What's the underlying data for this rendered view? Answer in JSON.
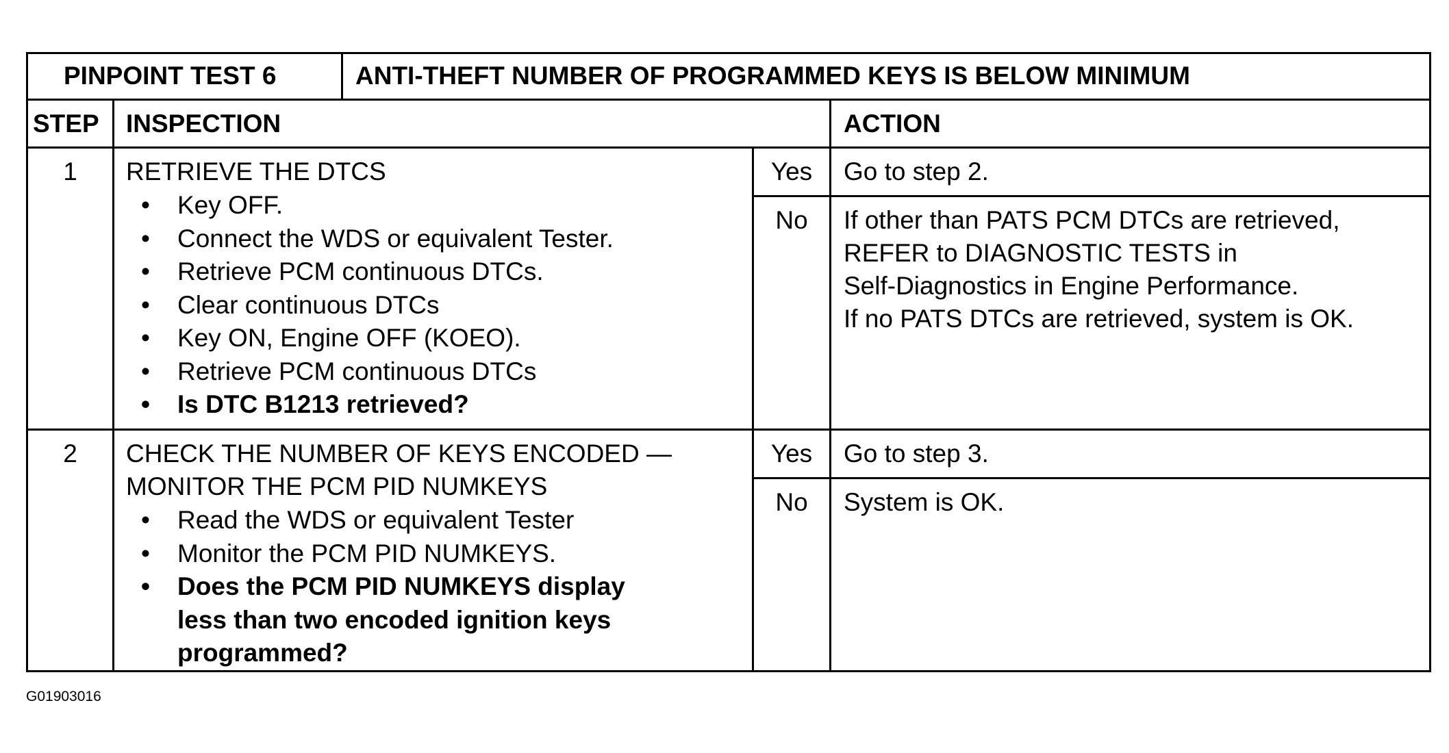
{
  "header": {
    "test_label": "PINPOINT TEST 6",
    "test_title": "ANTI-THEFT NUMBER OF PROGRAMMED KEYS IS BELOW MINIMUM"
  },
  "columns": {
    "step": "STEP",
    "inspection": "INSPECTION",
    "action": "ACTION"
  },
  "rows": [
    {
      "step": "1",
      "title_lines": [
        "RETRIEVE THE DTCS"
      ],
      "bullets": [
        "Key OFF.",
        "Connect the WDS or equivalent Tester.",
        "Retrieve PCM continuous DTCs.",
        "Clear continuous DTCs",
        "Key ON, Engine OFF (KOEO).",
        "Retrieve PCM continuous DTCs"
      ],
      "question_lines": [
        "Is DTC B1213 retrieved?"
      ],
      "yes_label": "Yes",
      "yes_action": "Go to step 2.",
      "no_label": "No",
      "no_action_lines": [
        "If other than PATS PCM DTCs are retrieved,",
        "REFER to DIAGNOSTIC TESTS in",
        "Self-Diagnostics in Engine Performance.",
        "If no PATS DTCs are retrieved, system is OK."
      ]
    },
    {
      "step": "2",
      "title_lines": [
        "CHECK THE NUMBER OF KEYS ENCODED —",
        "MONITOR THE PCM PID NUMKEYS"
      ],
      "bullets": [
        "Read the WDS or equivalent Tester",
        "Monitor the PCM PID NUMKEYS."
      ],
      "question_lines": [
        "Does the PCM PID NUMKEYS display",
        "less than two encoded ignition keys",
        "programmed?"
      ],
      "yes_label": "Yes",
      "yes_action": "Go to step 3.",
      "no_label": "No",
      "no_action_lines": [
        "System is OK."
      ]
    }
  ],
  "icons": {
    "bullet": "•"
  },
  "footer": {
    "figure_id": "G01903016"
  }
}
